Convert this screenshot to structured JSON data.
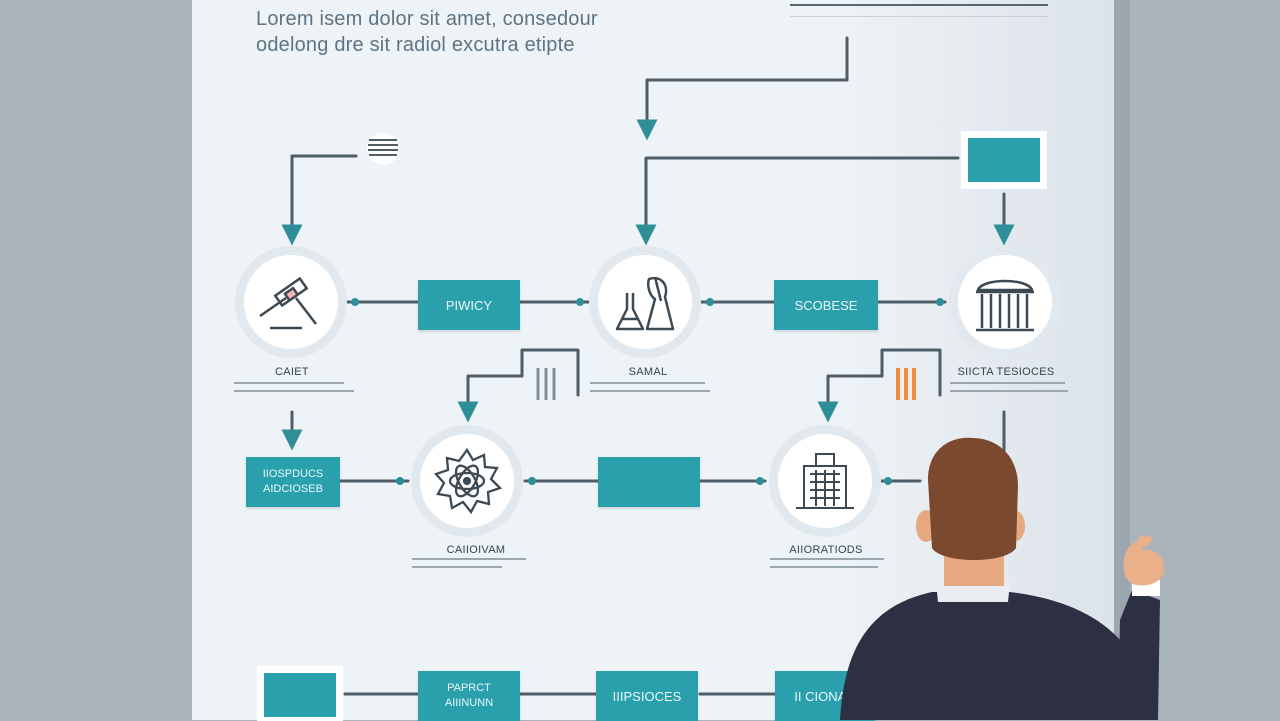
{
  "headline": {
    "line1": "Lorem isem dolor sit amet, consedour",
    "line2": "odelong dre sit radiol excutra etipte"
  },
  "boxes": {
    "b1": "PIWICY",
    "b2": "SCOBESE",
    "b3_line1": "IIOSPDUCS",
    "b3_line2": "AIDCIOSEB",
    "b4": "",
    "b5": "",
    "b6_line1": "PAPRCT",
    "b6_line2": "AIIINUNN",
    "b7": "IIIPSIOCES",
    "b8": "II CIONAC"
  },
  "nodes": {
    "n1": {
      "label": "CAIET",
      "icon": "gavel-icon"
    },
    "n2": {
      "label": "SAMAL",
      "icon": "lab-flask-icon"
    },
    "n3": {
      "label": "SIICTA TESIOCES",
      "icon": "pillars-icon"
    },
    "n4": {
      "label": "CAIIOIVAM",
      "icon": "gear-atom-icon"
    },
    "n5": {
      "label": "AIIORATIODS",
      "icon": "building-icon"
    }
  },
  "colors": {
    "accent": "#2aa0ad",
    "line": "#4f5d66",
    "orange": "#f08a3c",
    "suit": "#2c3042",
    "hair": "#7b4a2e",
    "skin": "#eab08a"
  }
}
